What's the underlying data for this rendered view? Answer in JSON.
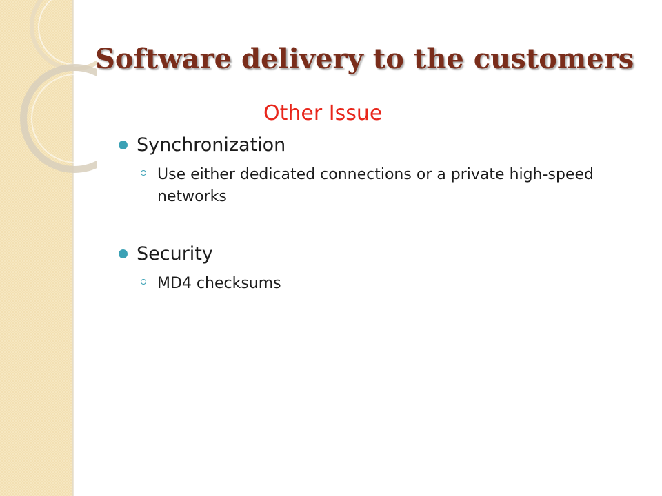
{
  "slide": {
    "title": "Software delivery to the customers",
    "subtitle": "Other Issue",
    "bullets": [
      {
        "text": "Synchronization",
        "sub": [
          "Use either dedicated connections or a private high-speed networks"
        ]
      },
      {
        "text": "Security",
        "sub": [
          "MD4 checksums"
        ]
      }
    ]
  },
  "colors": {
    "title": "#7a2d1b",
    "subtitle": "#e8261b",
    "bullet": "#3ba1b5",
    "sidebar": "#f6e7c0"
  }
}
